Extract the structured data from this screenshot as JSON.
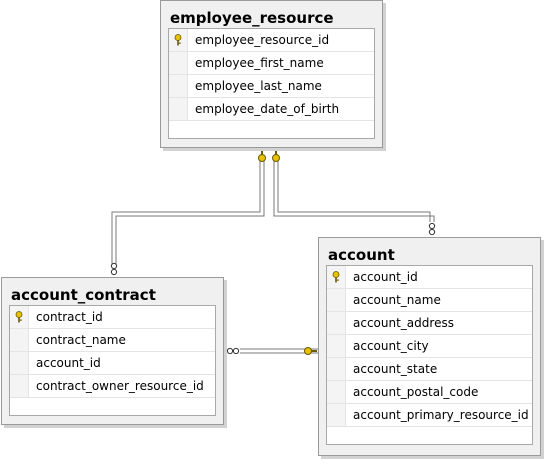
{
  "tables": {
    "employee_resource": {
      "title": "employee_resource",
      "columns": [
        {
          "name": "employee_resource_id",
          "pk": true
        },
        {
          "name": "employee_first_name",
          "pk": false
        },
        {
          "name": "employee_last_name",
          "pk": false
        },
        {
          "name": "employee_date_of_birth",
          "pk": false
        }
      ]
    },
    "account_contract": {
      "title": "account_contract",
      "columns": [
        {
          "name": "contract_id",
          "pk": true
        },
        {
          "name": "contract_name",
          "pk": false
        },
        {
          "name": "account_id",
          "pk": false
        },
        {
          "name": "contract_owner_resource_id",
          "pk": false
        }
      ]
    },
    "account": {
      "title": "account",
      "columns": [
        {
          "name": "account_id",
          "pk": true
        },
        {
          "name": "account_name",
          "pk": false
        },
        {
          "name": "account_address",
          "pk": false
        },
        {
          "name": "account_city",
          "pk": false
        },
        {
          "name": "account_state",
          "pk": false
        },
        {
          "name": "account_postal_code",
          "pk": false
        },
        {
          "name": "account_primary_resource_id",
          "pk": false
        }
      ]
    }
  },
  "relationships": [
    {
      "from": "account_contract",
      "to": "employee_resource"
    },
    {
      "from": "account",
      "to": "employee_resource"
    },
    {
      "from": "account_contract",
      "to": "account"
    }
  ],
  "colors": {
    "key_icon": "#e6c200",
    "line": "#808080",
    "table_bg": "#f0f0f0",
    "border": "#9a9a9a"
  }
}
